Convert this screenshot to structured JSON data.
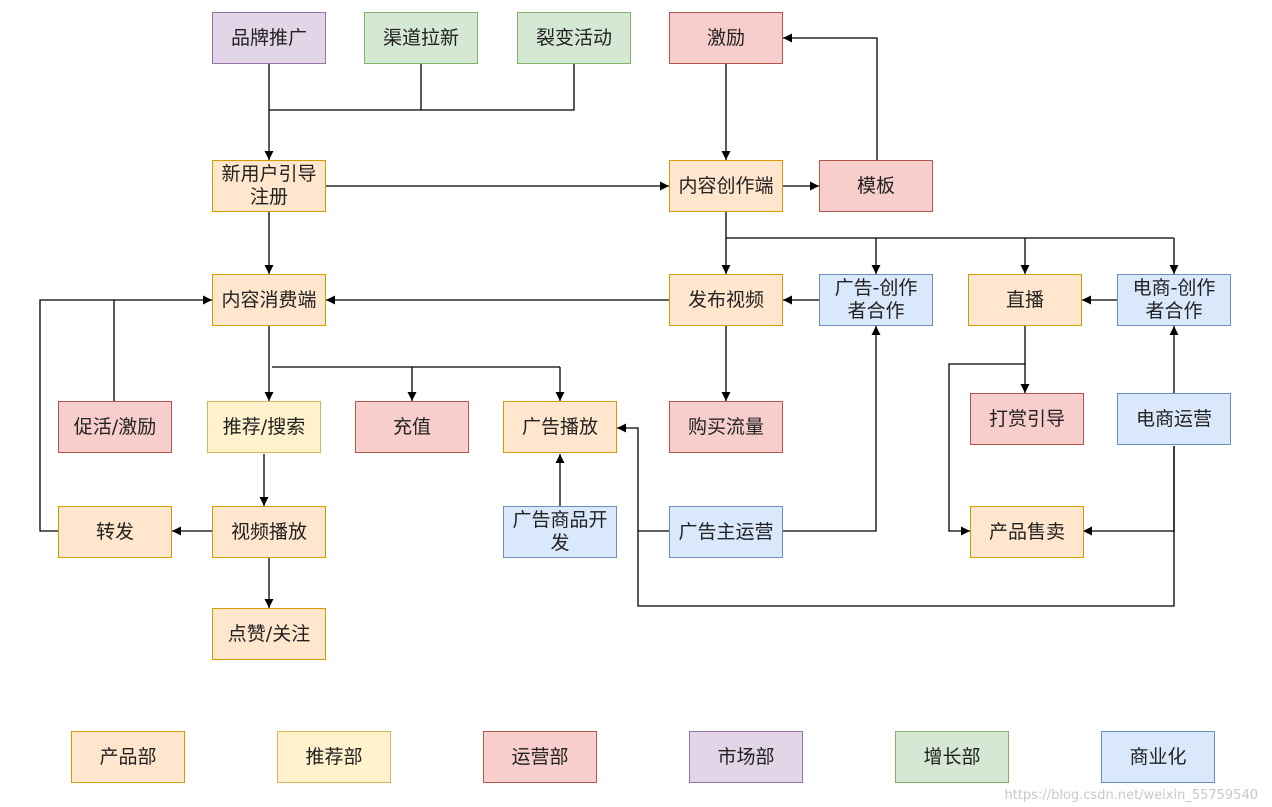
{
  "nodes": {
    "brand_promo": "品牌推广",
    "channel_acq": "渠道拉新",
    "fission": "裂变活动",
    "incentive": "激励",
    "new_user_guide": "新用户引导注册",
    "creation_client": "内容创作端",
    "template": "模板",
    "consume_client": "内容消费端",
    "publish_video": "发布视频",
    "ad_creator_coop": "广告-创作者合作",
    "live": "直播",
    "ecom_creator_coop": "电商-创作者合作",
    "promo_incentive": "促活/激励",
    "recommend_search": "推荐/搜索",
    "recharge": "充值",
    "ad_delivery": "广告播放",
    "buy_traffic": "购买流量",
    "tip_guide": "打赏引导",
    "ecom_ops": "电商运营",
    "forward": "转发",
    "video_play": "视频播放",
    "ad_product_dev": "广告商品开发",
    "advertiser_ops": "广告主运营",
    "product_sale": "产品售卖",
    "like_follow": "点赞/关注"
  },
  "legend": {
    "product": "产品部",
    "recommend": "推荐部",
    "ops": "运营部",
    "market": "市场部",
    "growth": "增长部",
    "biz": "商业化"
  },
  "colors": {
    "product_fill": "#ffe6cc",
    "product_stroke": "#d79b00",
    "recommend_fill": "#fff2cc",
    "recommend_stroke": "#d6b656",
    "ops_fill": "#f8cecc",
    "ops_stroke": "#b85450",
    "market_fill": "#e1d5e7",
    "market_stroke": "#9673a6",
    "growth_fill": "#d5e8d4",
    "growth_stroke": "#82b366",
    "biz_fill": "#dae8fc",
    "biz_stroke": "#6c8ebf",
    "edge": "#000000"
  },
  "watermark": "https://blog.csdn.net/weixin_55759540"
}
